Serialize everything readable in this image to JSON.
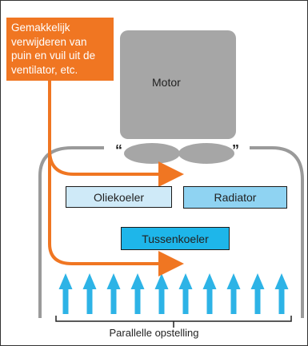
{
  "callout": {
    "lines": [
      "Gemakkelijk",
      "verwijderen van",
      "puin en vuil uit de",
      "ventilator, etc."
    ]
  },
  "motor": {
    "label": "Motor"
  },
  "coolers": {
    "oil": "Oliekoeler",
    "radiator": "Radiator",
    "intercooler": "Tussenkoeler"
  },
  "caption": "Parallelle opstelling",
  "colors": {
    "callout": "#f07622",
    "arrow_orange": "#f07622",
    "engine_gray": "#a6a6a6",
    "oil_fill": "#cfeaf8",
    "radiator_fill": "#8fd3f2",
    "intercooler_fill": "#1eb6ea",
    "airflow_arrows": "#2db3e6"
  },
  "airflow": {
    "arrow_count": 10,
    "direction": "up"
  }
}
